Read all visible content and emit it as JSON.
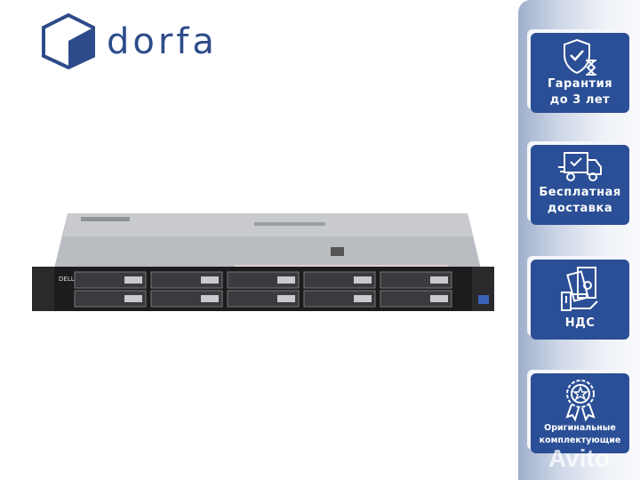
{
  "brand": {
    "name": "dorfa",
    "accent": "#2d4b8a"
  },
  "product": {
    "image": "rack-server-1u",
    "logo_on_front": "DELL"
  },
  "features": [
    {
      "icon": "shield-hourglass-icon",
      "lines": [
        "Гарантия",
        "до 3 лет"
      ]
    },
    {
      "icon": "delivery-truck-icon",
      "lines": [
        "Бесплатная",
        "доставка"
      ]
    },
    {
      "icon": "hand-money-icon",
      "lines": [
        "НДС"
      ]
    },
    {
      "icon": "award-badge-icon",
      "lines": [
        "Оригинальные",
        "комплектующие"
      ]
    }
  ],
  "colors": {
    "card": "#2b4f96"
  },
  "watermark": "Avito"
}
